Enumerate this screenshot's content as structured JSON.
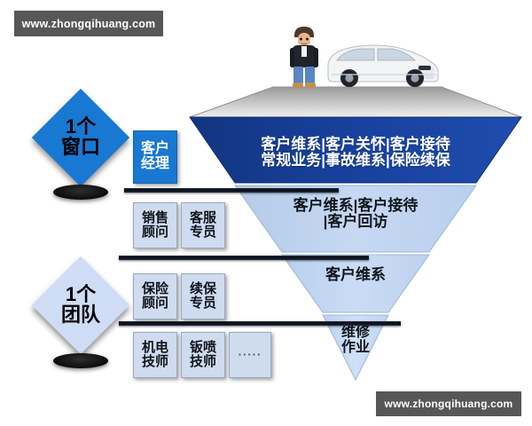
{
  "watermarks": {
    "top": "www.zhongqihuang.com",
    "bottom": "www.zhongqihuang.com"
  },
  "diamonds": [
    {
      "name": "one-window",
      "line1": "1个",
      "line2": "窗口",
      "fill": "#1878d2",
      "text_color": "#ffffff"
    },
    {
      "name": "one-team",
      "line1": "1个",
      "line2": "团队",
      "fill": "#cfdcf5",
      "text_color": "#15181c"
    }
  ],
  "illustration": {
    "person_label": "service-advisor-person",
    "car_label": "white-sedan-car"
  },
  "funnel": {
    "bands": [
      {
        "name": "band-customer-service",
        "fill": "#16409b",
        "text_color": "#ffffff",
        "lines": [
          "客户维系|客户关怀|客户接待",
          "常规业务|事故维系|保险续保"
        ]
      },
      {
        "name": "band-customer-relations",
        "fill": "#c3d6f0",
        "text_color": "#11161d",
        "lines": [
          "客户维系|客户接待",
          "|客户回访"
        ]
      },
      {
        "name": "band-customer-maintenance",
        "fill": "#c7d9f2",
        "text_color": "#11161d",
        "lines": [
          "客户维系"
        ]
      },
      {
        "name": "band-repair-work",
        "fill": "#cbddf5",
        "text_color": "#11161d",
        "lines": [
          "维修",
          "作业"
        ]
      }
    ]
  },
  "roles": {
    "rows": [
      {
        "name": "row-manager",
        "boxes": [
          {
            "name": "role-customer-manager",
            "line1": "客户",
            "line2": "经理",
            "style": "accent"
          }
        ]
      },
      {
        "name": "row-advisors",
        "boxes": [
          {
            "name": "role-sales-advisor",
            "line1": "销售",
            "line2": "顾问",
            "style": "plain"
          },
          {
            "name": "role-service-agent",
            "line1": "客服",
            "line2": "专员",
            "style": "plain"
          }
        ]
      },
      {
        "name": "row-insurance",
        "boxes": [
          {
            "name": "role-insurance-advisor",
            "line1": "保险",
            "line2": "顾问",
            "style": "plain"
          },
          {
            "name": "role-renewal-agent",
            "line1": "续保",
            "line2": "专员",
            "style": "plain"
          }
        ]
      },
      {
        "name": "row-technicians",
        "boxes": [
          {
            "name": "role-mechanic",
            "line1": "机电",
            "line2": "技师",
            "style": "plain"
          },
          {
            "name": "role-body-paint-tech",
            "line1": "钣喷",
            "line2": "技师",
            "style": "plain"
          },
          {
            "name": "role-more",
            "line1": "·····",
            "line2": "",
            "style": "dots"
          }
        ]
      }
    ]
  },
  "colors": {
    "accent_blue": "#1878d2",
    "deep_blue": "#16409b",
    "light_blue": "#cfdcf0",
    "watermark_bg": "#575757",
    "connector": "#0a0e16"
  }
}
